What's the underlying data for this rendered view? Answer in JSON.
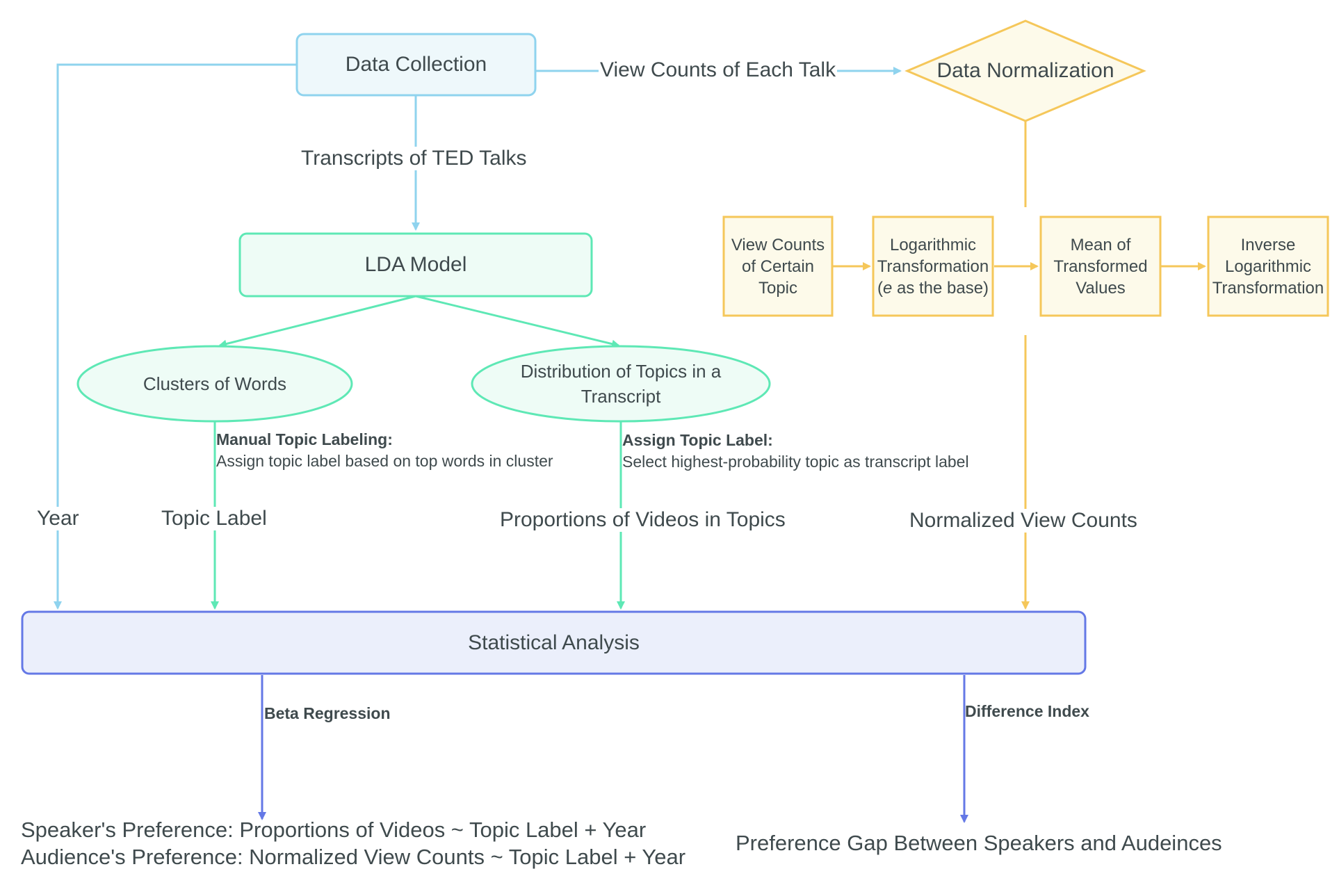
{
  "nodes": {
    "data_collection": "Data Collection",
    "data_normalization": "Data Normalization",
    "lda_model": "LDA Model",
    "clusters_of_words": "Clusters of Words",
    "distribution_of_topics": "Distribution of Topics in a Transcript",
    "statistical_analysis": "Statistical Analysis"
  },
  "normalization_steps": {
    "step1": "View Counts of Certain Topic",
    "step2_line1": "Logarithmic",
    "step2_line2": "Transformation",
    "step2_line3_italic": "e",
    "step2_line3_rest": " as the base)",
    "step2_line3_open": "(",
    "step3": "Mean of Transformed Values",
    "step4": "Inverse Logarithmic Transformation"
  },
  "edge_labels": {
    "view_counts_each_talk": "View Counts of Each Talk",
    "transcripts": "Transcripts of TED Talks",
    "year": "Year",
    "topic_label": "Topic Label",
    "proportions": "Proportions of Videos in Topics",
    "normalized_view_counts": "Normalized View Counts",
    "beta_regression": "Beta Regression",
    "difference_index": "Difference Index"
  },
  "notes": {
    "manual_title": "Manual Topic Labeling:",
    "manual_body": "Assign topic label based on top words in cluster",
    "assign_title": "Assign Topic Label:",
    "assign_body": "Select highest-probability topic as transcript label"
  },
  "outputs": {
    "speaker_pref": "Speaker's Preference: Proportions of Videos ~ Topic Label + Year",
    "audience_pref": "Audience's Preference: Normalized View Counts ~ Topic Label + Year",
    "preference_gap": "Preference Gap Between Speakers and Audeinces"
  },
  "colors": {
    "blue_light": "#8fd3ee",
    "teal": "#5ee8b5",
    "yellow": "#f5c75a",
    "indigo": "#6478e6"
  }
}
